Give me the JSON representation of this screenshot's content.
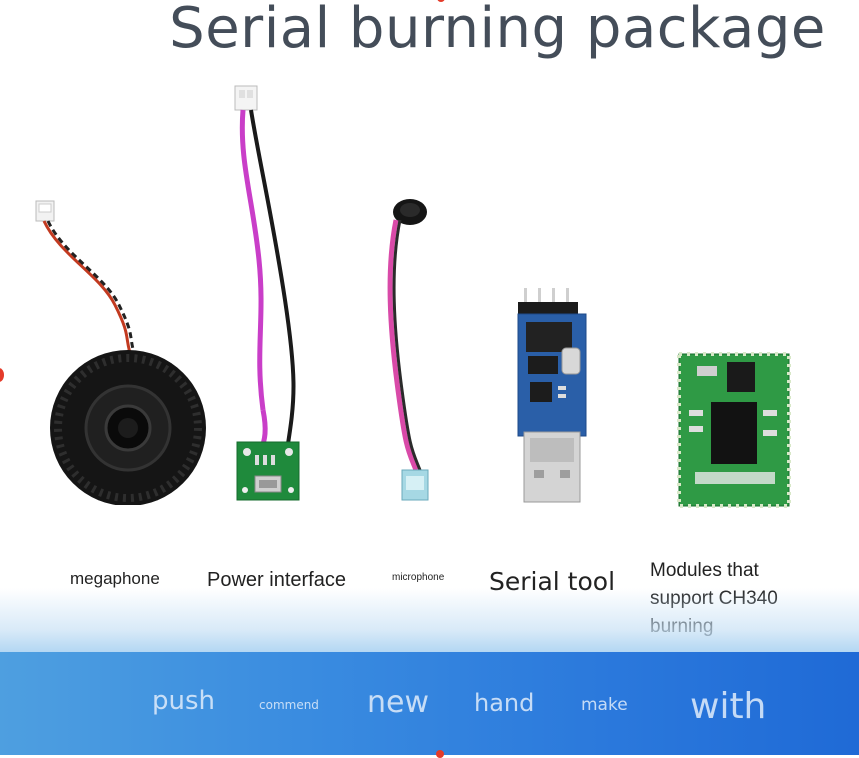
{
  "title": "Serial burning package",
  "products": [
    {
      "caption": "megaphone"
    },
    {
      "caption": "Power interface"
    },
    {
      "caption": "microphone"
    },
    {
      "caption": "Serial tool"
    },
    {
      "caption": "Modules that support CH340 burning"
    }
  ],
  "banner_words": [
    "push",
    "commend",
    "new",
    "hand",
    "make",
    "with"
  ],
  "colors": {
    "title": "#444d59",
    "banner": "#2b79dc",
    "pcb_green": "#1f8a3c",
    "usb_blue": "#2a5fa8"
  }
}
